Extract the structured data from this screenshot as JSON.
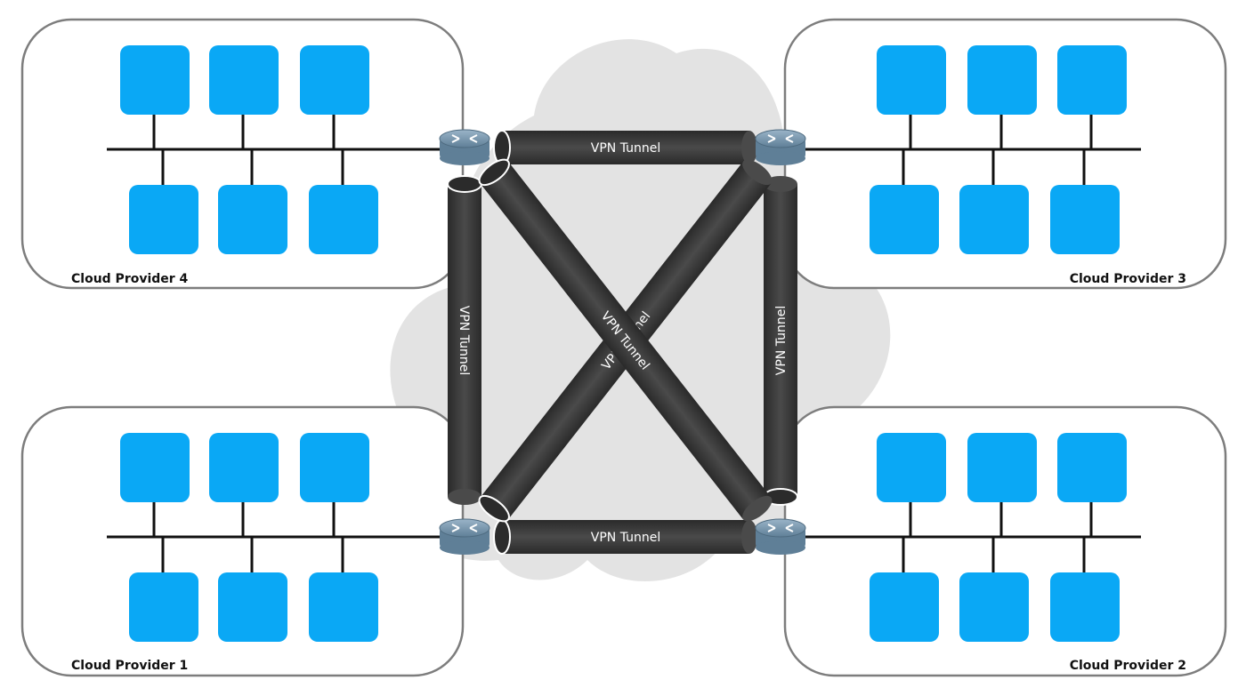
{
  "colors": {
    "node": "#0aa8f5",
    "tunnel": "#3a3a3a",
    "cloud": "#e3e3e3",
    "router": "#6f8ea6",
    "border": "#7d7d7d"
  },
  "providers": [
    {
      "id": "cp4",
      "label": "Cloud Provider 4"
    },
    {
      "id": "cp3",
      "label": "Cloud Provider 3"
    },
    {
      "id": "cp1",
      "label": "Cloud Provider 1"
    },
    {
      "id": "cp2",
      "label": "Cloud Provider 2"
    }
  ],
  "tunnels": [
    {
      "id": "top",
      "label": "VPN Tunnel"
    },
    {
      "id": "bottom",
      "label": "VPN Tunnel"
    },
    {
      "id": "left",
      "label": "VPN Tunnel"
    },
    {
      "id": "right",
      "label": "VPN Tunnel"
    },
    {
      "id": "diag-a",
      "label": "VPN Tunnel"
    },
    {
      "id": "diag-b",
      "label": "VPN Tunnel"
    }
  ],
  "router_icon": "router-icon",
  "node_icon": "server-node-icon"
}
